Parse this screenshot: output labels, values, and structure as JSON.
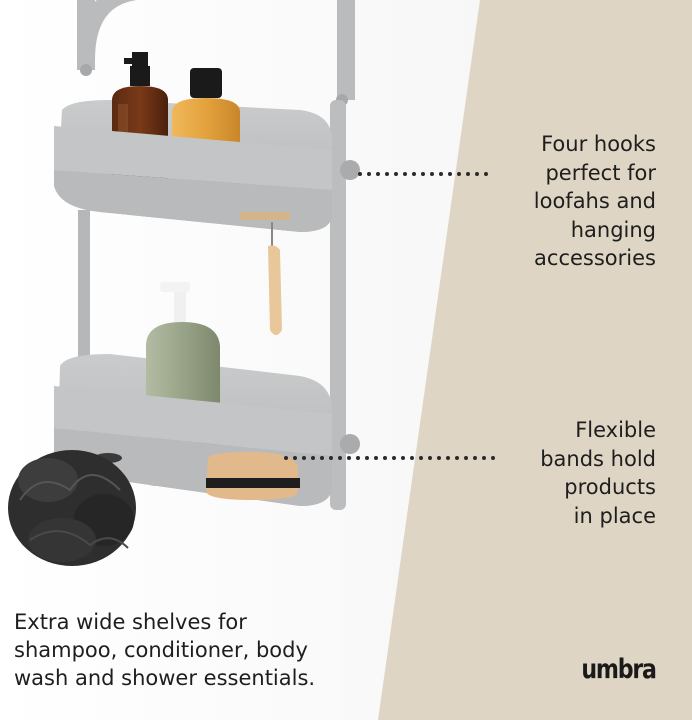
{
  "callouts": {
    "hooks": "Four hooks\nperfect for\nloofahs and\nhanging\naccessories",
    "bands": "Flexible\nbands hold\nproducts\nin place"
  },
  "caption": "Extra wide shelves for\nshampoo, conditioner, body\nwash and shower essentials.",
  "brand": "umbra",
  "colors": {
    "panel": "#ded5c4",
    "caddy": "#bdbfc0",
    "text": "#1e1e1e",
    "amber_bottle": "#e6a640",
    "green_bottle": "#9aa589"
  }
}
